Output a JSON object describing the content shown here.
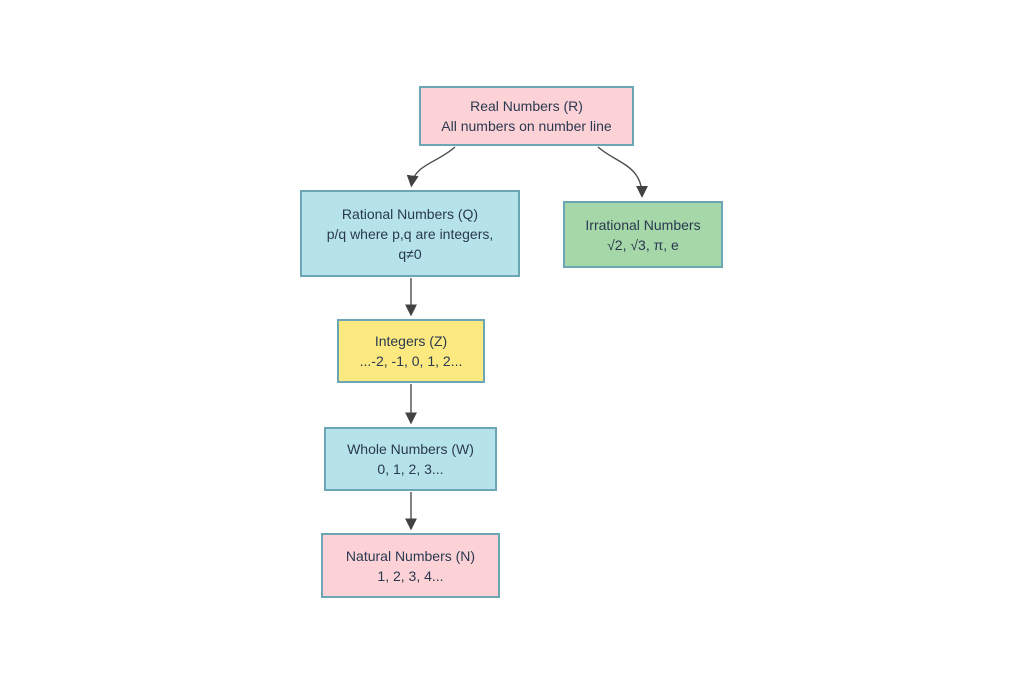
{
  "diagram": {
    "type": "flowchart",
    "topic": "number-systems-hierarchy",
    "colors": {
      "background": "#ffffff",
      "node_border": "#6ba6b5",
      "node_text": "#2a3950",
      "connector": "#4d4d4d",
      "arrowhead": "#424242",
      "fill_pink": "#fcd2d7",
      "fill_cyan": "#b5e3e9",
      "fill_green": "#a5d7a8",
      "fill_yellow": "#fce97f"
    },
    "nodes": {
      "real": {
        "lines": [
          "Real Numbers (R)",
          "All numbers on number line"
        ],
        "fill": "#fcd2d7"
      },
      "rational": {
        "lines": [
          "Rational Numbers (Q)",
          "p/q where p,q are integers,",
          "q≠0"
        ],
        "fill": "#b5e3e9"
      },
      "irrational": {
        "lines": [
          "Irrational Numbers",
          "√2, √3, π, e"
        ],
        "fill": "#a5d7a8"
      },
      "integers": {
        "lines": [
          "Integers (Z)",
          "...-2, -1, 0, 1, 2..."
        ],
        "fill": "#fce97f"
      },
      "whole": {
        "lines": [
          "Whole Numbers (W)",
          "0, 1, 2, 3..."
        ],
        "fill": "#b5e3e9"
      },
      "natural": {
        "lines": [
          "Natural Numbers (N)",
          "1, 2, 3, 4..."
        ],
        "fill": "#fcd2d7"
      }
    },
    "edges": [
      {
        "from": "real",
        "to": "rational"
      },
      {
        "from": "real",
        "to": "irrational"
      },
      {
        "from": "rational",
        "to": "integers"
      },
      {
        "from": "integers",
        "to": "whole"
      },
      {
        "from": "whole",
        "to": "natural"
      }
    ]
  }
}
